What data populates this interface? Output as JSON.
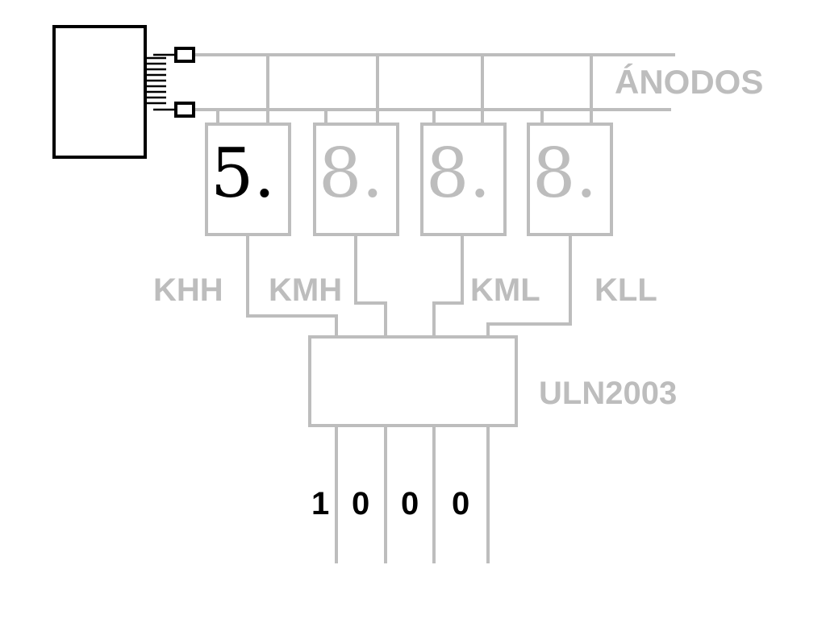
{
  "labels": {
    "anodes": "ÁNODOS",
    "driver": "ULN2003"
  },
  "digits": [
    {
      "text": "5.",
      "active": true,
      "cathode": "KHH"
    },
    {
      "text": "8.",
      "active": false,
      "cathode": "KMH"
    },
    {
      "text": "8.",
      "active": false,
      "cathode": "KML"
    },
    {
      "text": "8.",
      "active": false,
      "cathode": "KLL"
    }
  ],
  "bits": [
    "1",
    "0",
    "0",
    "0"
  ],
  "colors": {
    "wire": "#bdbdbd",
    "active_digit": "#000000",
    "inactive_digit": "#bdbdbd",
    "bit_text": "#000000"
  }
}
